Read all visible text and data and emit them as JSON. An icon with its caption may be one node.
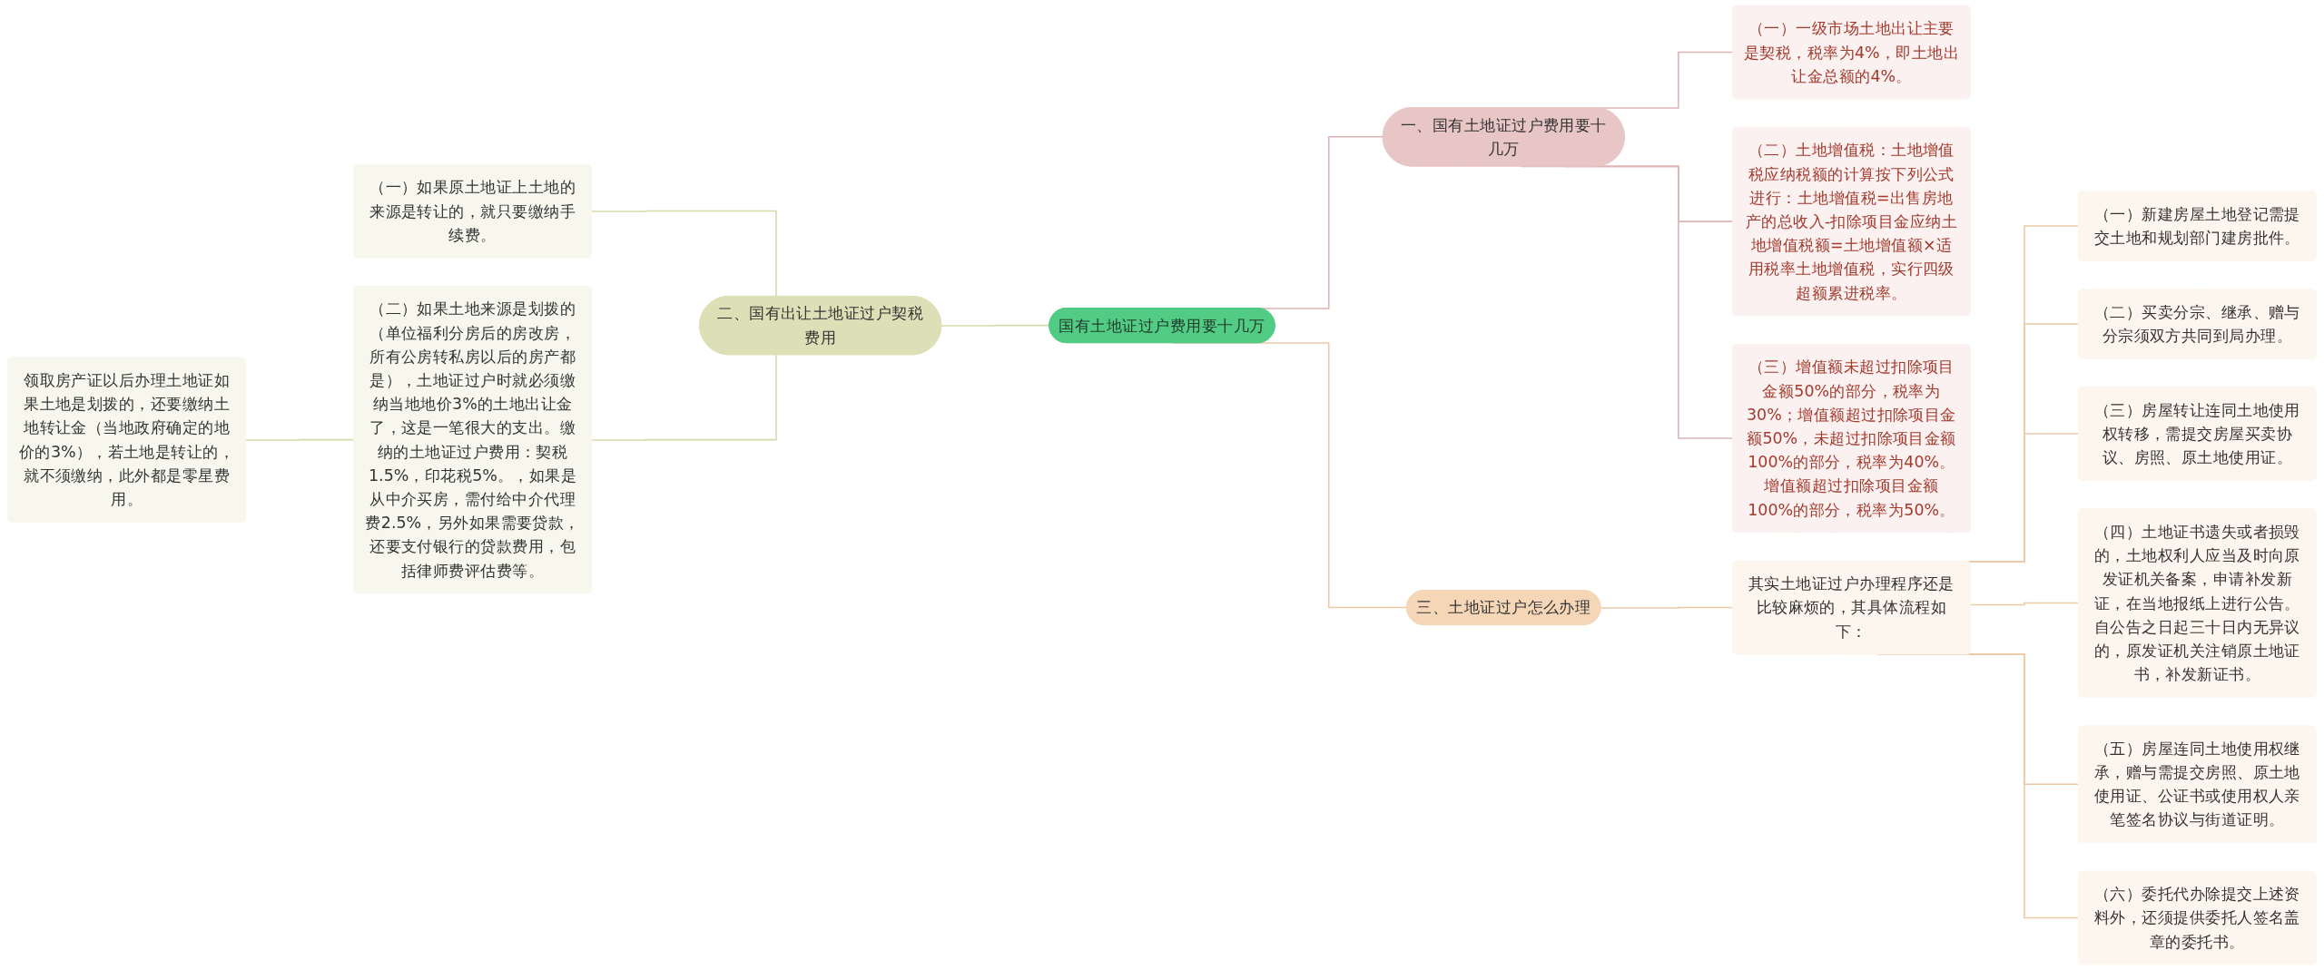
{
  "diagram": {
    "nodes": [
      {
        "text": [
          "国有土地证过户费用要十几万"
        ]
      },
      {
        "text": [
          "一、国有土地证过户费用要十几万"
        ]
      },
      {
        "text": [
          "（一）一级市场土地出让主要是契税，税率为4%，即土地出让金总额的4%。"
        ]
      },
      {
        "text": [
          "（二）土地增值税：土地增值税应纳税额的计算按下列公式进行：土地增值税=出售房地产的总收入-扣除项目金应纳土地增值税额=土地增值额×适用税率土地增值税，实行四级超额累进税率。"
        ]
      },
      {
        "text": [
          "（三）增值额未超过扣除项目金额50%的部分，税率为30%；增值额超过扣除项目金额50%，未超过扣除项目金额100%的部分，税率为40%。增值额超过扣除项目金额100%的部分，税率为50%。"
        ]
      },
      {
        "text": [
          "二、国有出让土地证过户契税费用"
        ]
      },
      {
        "text": [
          "（一）如果原土地证上土地的来源是转让的，就只要缴纳手续费。"
        ]
      },
      {
        "text": [
          "（二）如果土地来源是划拨的（单位福利分房后的房改房，所有公房转私房以后的房产都是），土地证过户时就必须缴纳当地地价3%的土地出让金了，这是一笔很大的支出。缴纳的土地证过户费用：契税1.5%，印花税5%。，如果是从中介买房，需付给中介代理费2.5%，另外如果需要贷款，还要支付银行的贷款费用，包括律师费评估费等。"
        ]
      },
      {
        "text": [
          "领取房产证以后办理土地证如果土地是划拨的，还要缴纳土地转让金（当地政府确定的地价的3%），若土地是转让的，就不须缴纳，此外都是零星费用。"
        ]
      },
      {
        "text": [
          "三、土地证过户怎么办理"
        ]
      },
      {
        "text": [
          "其实土地证过户办理程序还是比较麻烦的，其具体流程如下："
        ]
      },
      {
        "text": [
          "（一）新建房屋土地登记需提交土地和规划部门建房批件。"
        ]
      },
      {
        "text": [
          "（二）买卖分宗、继承、赠与分宗须双方共同到局办理。"
        ]
      },
      {
        "text": [
          "（三）房屋转让连同土地使用权转移，需提交房屋买卖协议、房照、原土地使用证。"
        ]
      },
      {
        "text": [
          "（四）土地证书遗失或者损毁的，土地权利人应当及时向原发证机关备案，申请补发新证，在当地报纸上进行公告。自公告之日起三十日内无异议的，原发证机关注销原土地证书，补发新证书。"
        ]
      },
      {
        "text": [
          "（五）房屋连同土地使用权继承，赠与需提交房照、原土地使用证、公证书或使用权人亲笔签名协议与街道证明。"
        ]
      },
      {
        "text": [
          "（六）委托代办除提交上述资料外，还须提供委托人签名盖章的委托书。"
        ]
      }
    ],
    "edges": [
      {
        "from": 0,
        "to": 1,
        "arrow": "none",
        "color": "#dcb4b4"
      },
      {
        "from": 1,
        "to": 2,
        "arrow": "none",
        "color": "#dcb4b4"
      },
      {
        "from": 1,
        "to": 3,
        "arrow": "none",
        "color": "#dcb4b4"
      },
      {
        "from": 1,
        "to": 4,
        "arrow": "none",
        "color": "#dcb4b4"
      },
      {
        "from": 0,
        "to": 5,
        "arrow": "none",
        "color": "#d6d9ac"
      },
      {
        "from": 5,
        "to": 6,
        "arrow": "none",
        "color": "#d6d9ac"
      },
      {
        "from": 5,
        "to": 7,
        "arrow": "none",
        "color": "#d6d9ac"
      },
      {
        "from": 7,
        "to": 8,
        "arrow": "none",
        "color": "#d6d9ac"
      },
      {
        "from": 0,
        "to": 9,
        "arrow": "none"
      },
      {
        "from": 9,
        "to": 10,
        "arrow": "none"
      },
      {
        "from": 10,
        "to": 11,
        "arrow": "none"
      },
      {
        "from": 10,
        "to": 12,
        "arrow": "none"
      },
      {
        "from": 10,
        "to": 13,
        "arrow": "none"
      },
      {
        "from": 10,
        "to": 14,
        "arrow": "none"
      },
      {
        "from": 10,
        "to": 15,
        "arrow": "none"
      },
      {
        "from": 10,
        "to": 16,
        "arrow": "none"
      }
    ]
  }
}
